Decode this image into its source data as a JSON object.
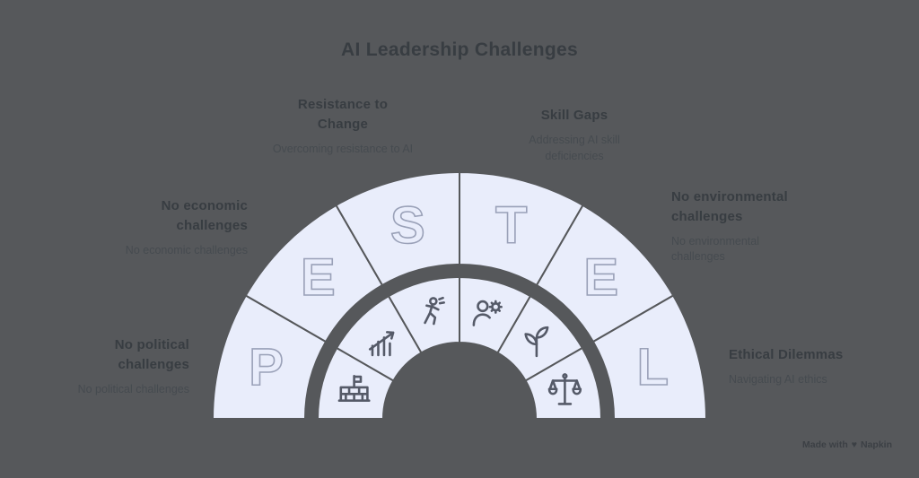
{
  "title": "AI Leadership Challenges",
  "colors": {
    "background": "#56585b",
    "segment_fill": "#e9edfb",
    "letter_stroke": "#9aa1b8",
    "icon_stroke": "#555a68",
    "heading_text": "#383d42",
    "subtitle_text": "#464b50",
    "watermark_text": "#3c4045"
  },
  "diagram": {
    "type": "pestel-semicircle-fan",
    "segments": [
      {
        "letter": "P",
        "icon": "bank-icon"
      },
      {
        "letter": "E",
        "icon": "chart-up-icon"
      },
      {
        "letter": "S",
        "icon": "person-walking-icon"
      },
      {
        "letter": "T",
        "icon": "person-gear-icon"
      },
      {
        "letter": "E",
        "icon": "sprout-icon"
      },
      {
        "letter": "L",
        "icon": "scales-icon"
      }
    ]
  },
  "labels": {
    "resistance": {
      "title": "Resistance to\nChange",
      "subtitle": "Overcoming resistance to AI"
    },
    "skill": {
      "title": "Skill Gaps",
      "subtitle": "Addressing AI skill\ndeficiencies"
    },
    "economic": {
      "title": "No economic\nchallenges",
      "subtitle": "No economic challenges"
    },
    "environmental": {
      "title": "No environmental\nchallenges",
      "subtitle": "No environmental\nchallenges"
    },
    "political": {
      "title": "No political\nchallenges",
      "subtitle": "No political challenges"
    },
    "ethical": {
      "title": "Ethical Dilemmas",
      "subtitle": "Navigating AI ethics"
    }
  },
  "watermark": {
    "prefix": "Made with",
    "heart": "♥",
    "brand": "Napkin"
  }
}
